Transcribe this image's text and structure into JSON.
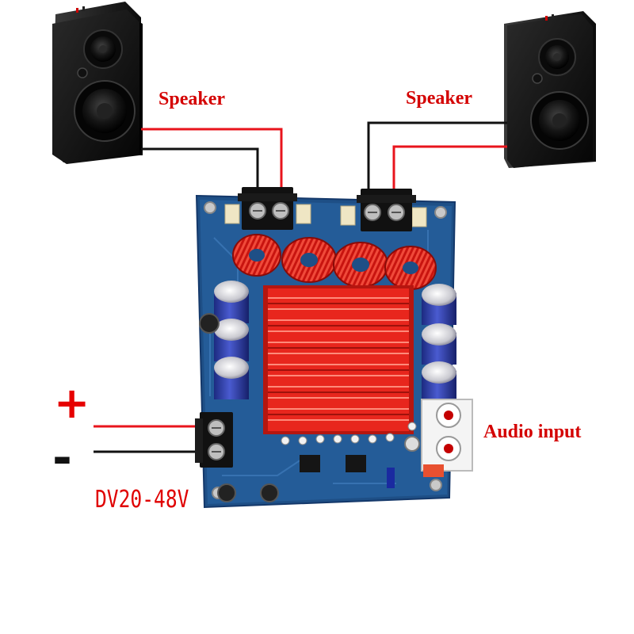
{
  "labels": {
    "speaker_left": "Speaker",
    "speaker_right": "Speaker",
    "audio_input": "Audio input",
    "positive": "+",
    "negative": "-",
    "voltage": "DV20-48V"
  },
  "colors": {
    "label_red": "#d40000",
    "wire_red": "#e8141c",
    "wire_black": "#111111",
    "pcb_blue": "#1e4f86",
    "heatsink_red": "#e8261d",
    "coil_copper": "#d8201a",
    "capacitor_blue": "#2f3fa8"
  },
  "icons": [
    "speaker-icon",
    "amplifier-board-image",
    "terminal-block-icon",
    "rca-jack-icon",
    "capacitor-icon",
    "inductor-coil-icon",
    "heatsink-icon"
  ]
}
